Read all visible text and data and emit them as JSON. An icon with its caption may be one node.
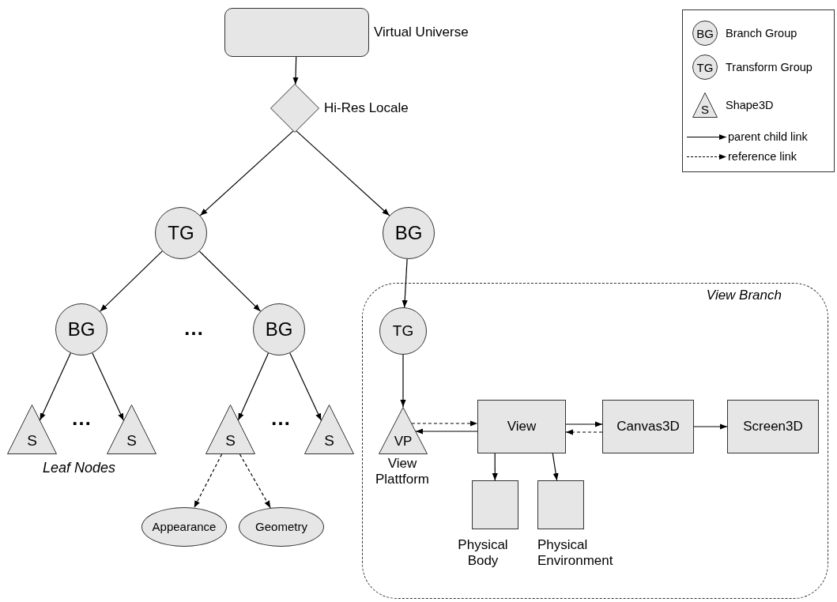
{
  "diagram": {
    "nodes": [
      {
        "text": [],
        "shape": "box",
        "beside": [
          "Virtual Universe"
        ]
      },
      {
        "text": [],
        "shape": "diamond",
        "beside": [
          "Hi-Res Locale"
        ]
      },
      {
        "text": [
          "TG"
        ]
      },
      {
        "text": [
          "BG"
        ]
      },
      {
        "text": [
          "View Branch"
        ]
      },
      {
        "text": [
          "TG"
        ],
        "in": 4
      },
      {
        "text": [
          "BG"
        ]
      },
      {
        "text": [
          "BG"
        ]
      },
      {
        "text": [
          "S"
        ]
      },
      {
        "text": [
          "S"
        ]
      },
      {
        "text": [
          "S"
        ]
      },
      {
        "text": [
          "S"
        ]
      },
      {
        "text": [
          "Appearance"
        ]
      },
      {
        "text": [
          "Geometry"
        ]
      },
      {
        "text": [
          "VP"
        ],
        "in": 4,
        "beside": [
          "View Plattform"
        ]
      },
      {
        "text": [
          "View"
        ],
        "in": 4
      },
      {
        "text": [
          "Canvas3D"
        ],
        "in": 4
      },
      {
        "text": [
          "Screen3D"
        ],
        "in": 4
      },
      {
        "text": [],
        "shape": "box",
        "in": 4,
        "beside": [
          "Physical Body"
        ]
      },
      {
        "text": [],
        "shape": "box",
        "in": 4,
        "beside": [
          "Physical Environment"
        ]
      }
    ],
    "edges": [
      {
        "from": 0,
        "to": 1,
        "arrow": "to"
      },
      {
        "from": 1,
        "to": 2,
        "arrow": "to"
      },
      {
        "from": 1,
        "to": 3,
        "arrow": "to"
      },
      {
        "from": 2,
        "to": 6,
        "arrow": "to"
      },
      {
        "from": 2,
        "to": 7,
        "arrow": "to"
      },
      {
        "from": 6,
        "to": 8,
        "arrow": "to"
      },
      {
        "from": 6,
        "to": 9,
        "arrow": "to"
      },
      {
        "from": 7,
        "to": 10,
        "arrow": "to"
      },
      {
        "from": 7,
        "to": 11,
        "arrow": "to"
      },
      {
        "from": 10,
        "to": 12,
        "arrow": "to",
        "style": "dashed"
      },
      {
        "from": 10,
        "to": 13,
        "arrow": "to",
        "style": "dashed"
      },
      {
        "from": 3,
        "to": 5,
        "arrow": "to"
      },
      {
        "from": 5,
        "to": 14,
        "arrow": "to"
      },
      {
        "from": 14,
        "to": 15,
        "arrow": "to",
        "style": "dashed"
      },
      {
        "from": 15,
        "to": 14,
        "arrow": "to"
      },
      {
        "from": 15,
        "to": 16,
        "arrow": "to"
      },
      {
        "from": 16,
        "to": 15,
        "arrow": "to",
        "style": "dashed"
      },
      {
        "from": 16,
        "to": 17,
        "arrow": "to"
      },
      {
        "from": 15,
        "to": 18,
        "arrow": "to"
      },
      {
        "from": 15,
        "to": 19,
        "arrow": "to"
      }
    ],
    "labels": [
      "BG",
      "TG",
      "S",
      "…",
      "…",
      "…",
      "Leaf Nodes"
    ],
    "legend": [
      {
        "text": "Branch Group"
      },
      {
        "text": "Transform Group"
      },
      {
        "text": "Shape3D"
      },
      {
        "text": "parent child link"
      },
      {
        "text": "reference link"
      }
    ]
  }
}
